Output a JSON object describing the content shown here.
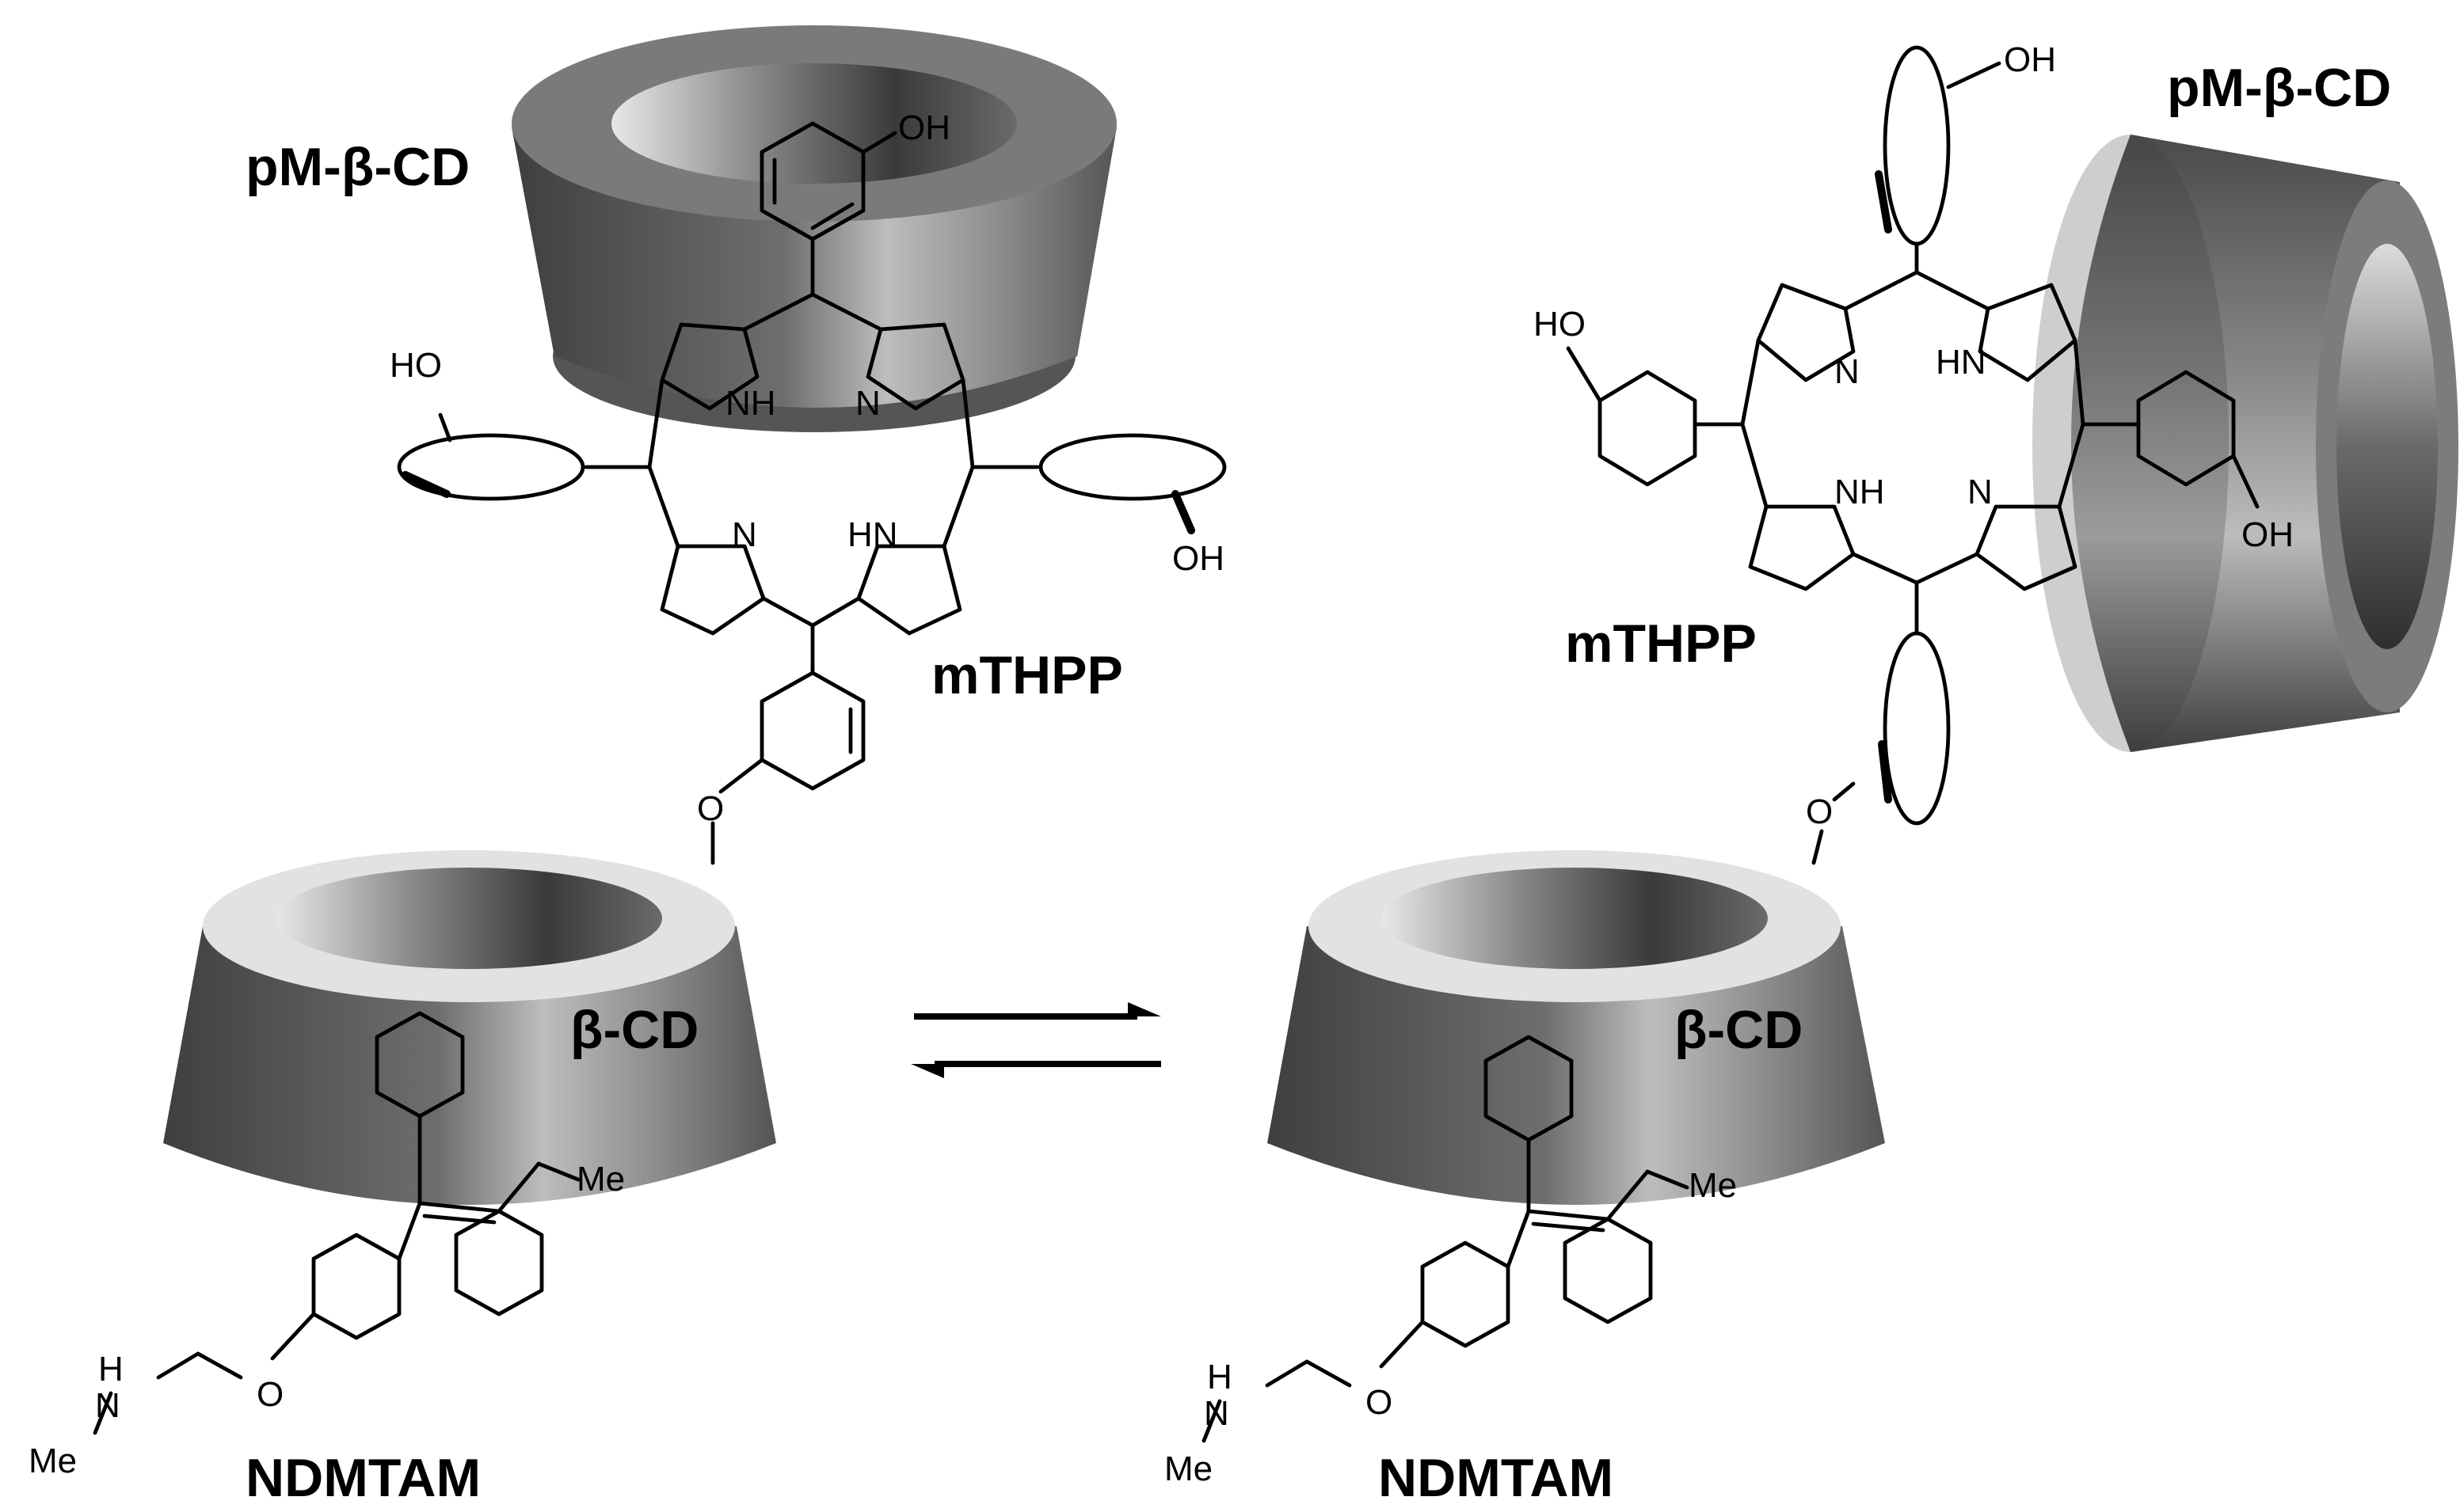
{
  "labels": {
    "left_top_cd": "pM-β-CD",
    "left_mthpp": "mTHPP",
    "left_beta_cd": "β-CD",
    "left_ndmtam": "NDMTAM",
    "right_top_cd": "pM-β-CD",
    "right_mthpp": "mTHPP",
    "right_beta_cd": "β-CD",
    "right_ndmtam": "NDMTAM"
  },
  "atoms": {
    "oh": "OH",
    "ho": "HO",
    "nh": "NH",
    "hn": "HN",
    "n": "N",
    "o": "O",
    "h": "H",
    "me": "Me"
  },
  "colors": {
    "cd_dark": "#4a4a4a",
    "cd_light": "#c8c8c8",
    "cd_rim": "#dcdcdc",
    "line": "#000000"
  },
  "equilibrium": "reversible"
}
